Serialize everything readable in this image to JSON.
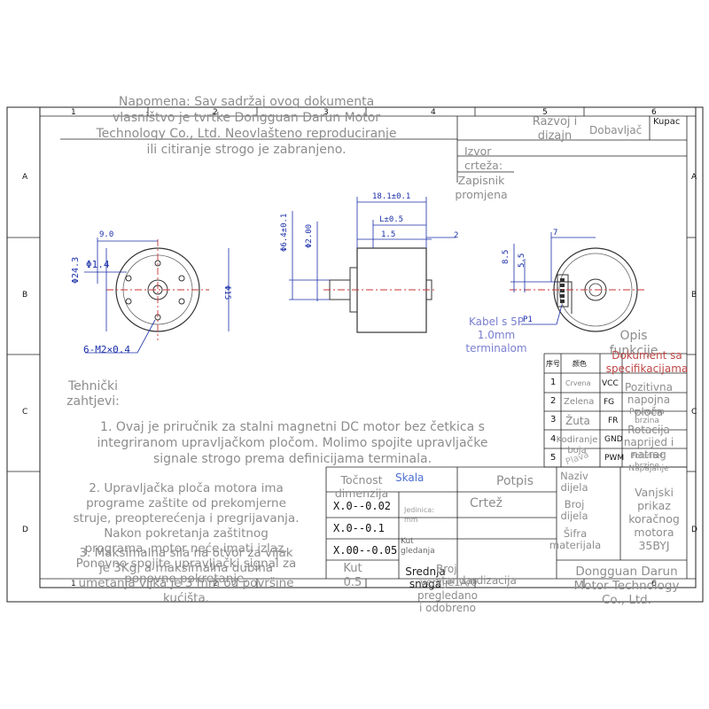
{
  "notice": {
    "line1": "Napomena: Sav sadržaj ovog dokumenta",
    "line2": "vlasništvo je tvrtke Dongguan Darun Motor",
    "line3": "Technology Co., Ltd. Neovlašteno reproduciranje",
    "line4": "ili citiranje strogo je zabranjeno."
  },
  "grid": {
    "cols": [
      "1",
      "2",
      "3",
      "4",
      "5",
      "6"
    ],
    "rows": [
      "A",
      "B",
      "C",
      "D"
    ]
  },
  "header_block": {
    "dev_design_1": "Razvoj i",
    "dev_design_2": "dizajn",
    "supplier": "Dobavljač",
    "customer": "Kupac",
    "drawing_source_1": "Izvor",
    "drawing_source_2": "crteža:",
    "change_log_1": "Zapisnik",
    "change_log_2": "promjena"
  },
  "dimensions": {
    "d_9": "9.0",
    "d_phi14": "Φ1.4",
    "d_phi243": "Φ24.3",
    "d_phi15": "Φ15",
    "d_holes": "6-M2×0.4",
    "d_181": "18.1±0.1",
    "d_l": "L±0.5",
    "d_15": "1.5",
    "d_2": "2",
    "d_phi64": "Φ6.4±0.1",
    "d_phi2": "Φ2.00",
    "d_7": "7",
    "d_85": "8.5",
    "d_55": "5.5",
    "d_p1": "P1"
  },
  "cable_label": {
    "line1": "Kabel s 5P",
    "line2": "1.0mm",
    "line3": "terminalom"
  },
  "spec_table": {
    "title_1": "Opis",
    "title_2": "funkcije",
    "spec_doc_1": "Dokument sa",
    "spec_doc_2": "specifikacijama",
    "h_no": "序号",
    "h_color": "颜色",
    "rows": [
      {
        "no": "1",
        "color": "Crvena",
        "sig": "VCC",
        "desc": "Pozitivna napojna ploča"
      },
      {
        "no": "2",
        "color": "Zelena",
        "sig": "FG",
        "desc": "Povratna brzina"
      },
      {
        "no": "3",
        "color": "Žuta",
        "sig": "FR",
        "desc": "Rotacija naprijed i natrag"
      },
      {
        "no": "4",
        "color": "Kodiranje boja",
        "sig": "GND",
        "desc": "Napajanje"
      },
      {
        "no": "5",
        "color": "Plava",
        "sig": "PWM",
        "desc": "Polaritet brzine"
      }
    ]
  },
  "tech_req": {
    "title_1": "Tehnički",
    "title_2": "zahtjevi:",
    "p1_1": "1. Ovaj je priručnik za stalni magnetni DC motor bez četkica s",
    "p1_2": "integriranom upravljačkom pločom. Molimo spojite upravljačke",
    "p1_3": "signale strogo prema definicijama terminala.",
    "p2_1": "2. Upravljačka ploča motora ima",
    "p2_2": "programe zaštite od prekomjerne",
    "p2_3": "struje, preopterećenja i pregrijavanja.",
    "p2_4": "Nakon pokretanja zaštitnog",
    "p2_5": "programa, motor neće imati izlaz.",
    "p2_6": "Ponovno spojite upravljački signal za",
    "p2_7": "ponovno pokretanje.",
    "p3_1": "3. Maksimalna sila na otvor za vijak",
    "p3_2": "je 3Kg, a maksimalna dubina",
    "p3_3": "umetanja vijka je 3 mm od površine",
    "p3_4": "kućišta."
  },
  "title_block": {
    "dim_acc_1": "Točnost",
    "dim_acc_2": "dimenzija",
    "scale": "Skala",
    "signature": "Potpis",
    "tol1": "X.0--0.02",
    "tol2": "X.0--0.1",
    "tol3": "X.00--0.05",
    "unit_1": "Jedinica:",
    "unit_2": "mm",
    "drawn": "Crtež",
    "angle_1": "Kut",
    "angle_2": "gledanja",
    "angle_val_1": "Kut",
    "angle_val_2": "0.5",
    "avg_power_1": "Srednja",
    "avg_power_2": "snaga",
    "std_1": "Broj",
    "std_2": "standardizacija",
    "version": "verzije1A/0",
    "review_1": "pregledano",
    "review_2": "i odobreno",
    "part_name_1": "Naziv",
    "part_name_2": "dijela",
    "part_no_1": "Broj",
    "part_no_2": "dijela",
    "material_1": "Šifra",
    "material_2": "materijala",
    "model_1": "Vanjski",
    "model_2": "prikaz",
    "model_3": "koračnog",
    "model_4": "motora",
    "model_5": "35BYJ",
    "company_1": "Dongguan Darun",
    "company_2": "Motor Technology",
    "company_3": "Co., Ltd."
  }
}
